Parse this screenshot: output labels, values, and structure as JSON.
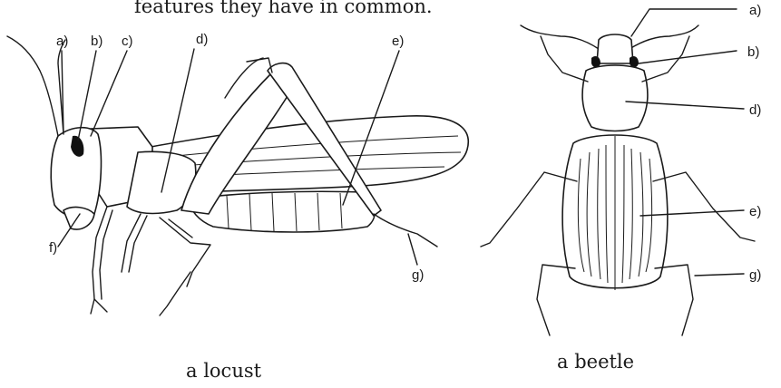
{
  "header_text": "features they have in common.",
  "locust": {
    "caption": "a locust",
    "labels": {
      "a": "a)",
      "b": "b)",
      "c": "c)",
      "d": "d)",
      "e": "e)",
      "f": "f)",
      "g": "g)"
    }
  },
  "beetle": {
    "caption": "a beetle",
    "labels": {
      "a": "a)",
      "b": "b)",
      "d": "d)",
      "e": "e)",
      "g": "g)"
    }
  }
}
